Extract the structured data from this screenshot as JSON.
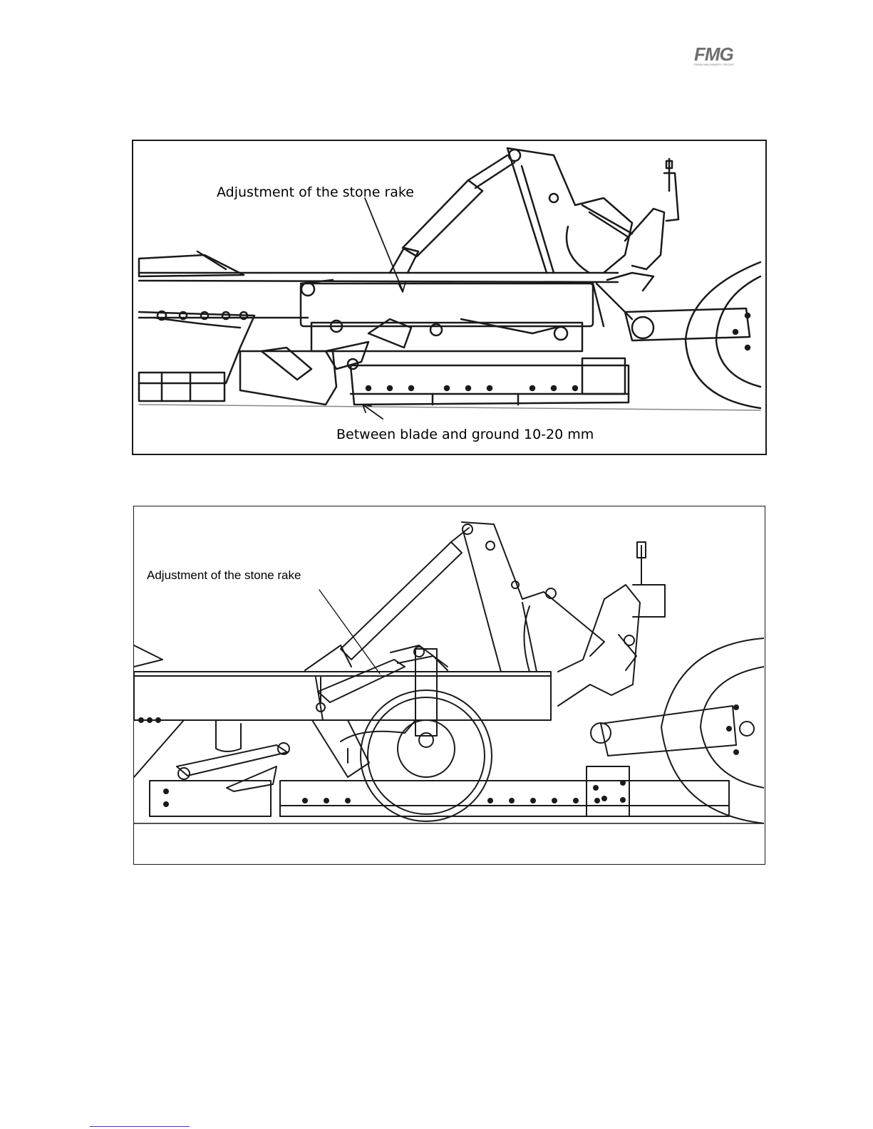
{
  "header": {
    "logo_mark": "FMG",
    "logo_subtitle": "FARM MACHINERY GROUP"
  },
  "figure1": {
    "label_rake": "Adjustment of the stone rake",
    "label_blade": "Between blade and ground 10-20 mm"
  },
  "figure2": {
    "label_rake": "Adjustment of the stone rake"
  },
  "colors": {
    "logo": "#6d6e71",
    "line": "#1a1a1a",
    "footer_rule": "#3b3bbd"
  }
}
